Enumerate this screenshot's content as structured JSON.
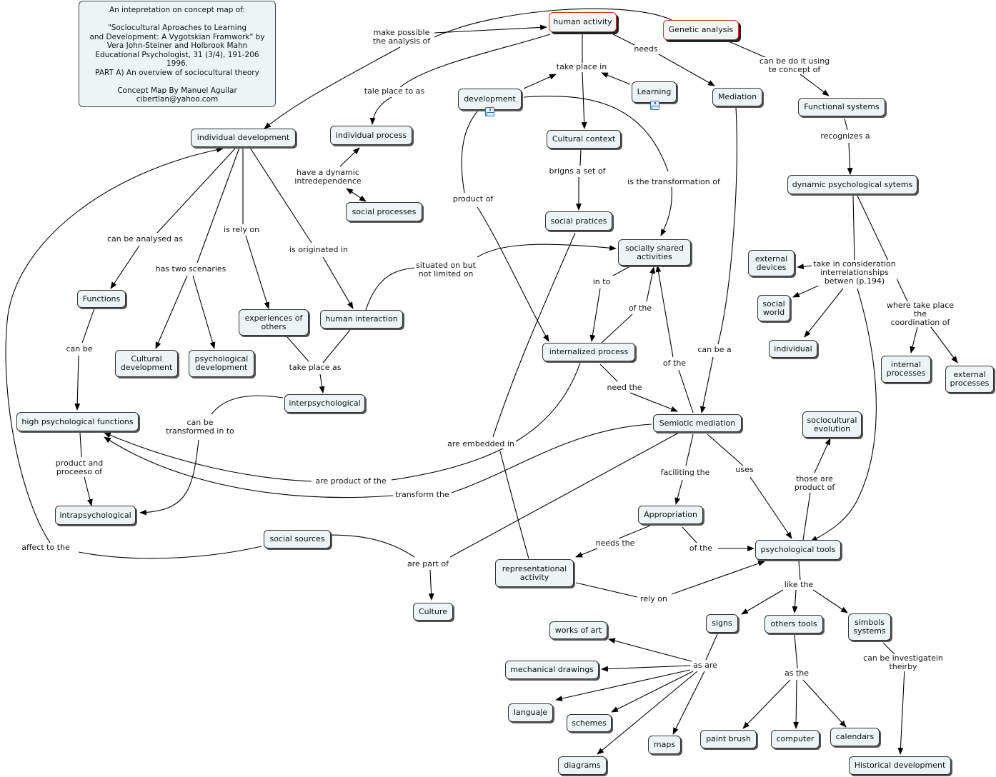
{
  "note": {
    "text": "An intepretation on concept map of:\n\n\"Sociocultural Aproaches to Learning\nand Development: A Vygotskian Framwork\" by\nVera John-Steiner and Holbrook Mahn\nEducational Psychologist, 31 (3/4), 191-206\n1996.\nPART A) An overview of sociocultural theory\n\nConcept Map By Manuel Aguilar\ncibertlan@yahoo.com"
  },
  "nodes": {
    "human_activity": "human activity",
    "genetic_analysis": "Genetic analysis",
    "individual_development": "individual development",
    "individual_process": "individual process",
    "development": "development",
    "learning": "Learning",
    "mediation": "Mediation",
    "functional_systems": "Functional systems",
    "cultural_context": "Cultural context",
    "social_processes": "social processes",
    "dynamic_psych_systems": "dynamic psychological sytems",
    "social_practices": "social pratices",
    "socially_shared": "socially shared\nactivities",
    "external_devices": "external\ndevices",
    "functions": "Functions",
    "experiences_of_others": "experiences of\nothers",
    "human_interaction": "human interaction",
    "social_world": "social\nworld",
    "individual": "individual",
    "internalized_process": "internalized process",
    "cultural_development": "Cultural\ndevelopment",
    "psychological_development": "psychological\ndevelopment",
    "internal_processes": "internal\nprocesses",
    "external_processes": "external\nprocesses",
    "interpsychological": "interpsychological",
    "high_psych_functions": "high psychological functions",
    "semiotic_mediation": "Semiotic mediation",
    "sociocultural_evolution": "sociocultural\nevolution",
    "intrapsychological": "intrapsychological",
    "appropriation": "Appropriation",
    "social_sources": "social sources",
    "psychological_tools": "psychological tools",
    "representational_activity": "representational\nactivity",
    "culture": "Culture",
    "signs": "signs",
    "others_tools": "others tools",
    "simbols_systems": "simbols\nsystems",
    "works_of_art": "works of art",
    "mechanical_drawings": "mechanical drawings",
    "languaje": "languaje",
    "schemes": "schemes",
    "maps": "maps",
    "paint_brush": "paint brush",
    "computer": "computer",
    "calendars": "calendars",
    "diagrams": "diagrams",
    "historical_development": "Historical development"
  },
  "links": {
    "make_possible": "make possible\nthe analysis of",
    "needs": "needs",
    "take_place_in": "take place in",
    "tale_place_to_as": "tale place to as",
    "can_be_do_it": "can be do it using\nte concept of",
    "recognizes_a": "recognizes a",
    "have_dynamic": "have a dynamic\nintredependence",
    "brigns_a_set": "brigns a set of",
    "is_the_transformation": "is the transformation of",
    "product_of": "product of",
    "can_be_analysed": "can be analysed as",
    "is_rely_on": "is rely on",
    "has_two_scenaries": "has two scenaries",
    "is_originated_in": "is originated in",
    "situated_on": "situated on but\nnot limited on",
    "in_to": "in to",
    "take_in_consideration": "take in consideration\ninterrelationships\nbetwen (p.194)",
    "of_the_1": "of the",
    "where_take_place": "where take place the\ncoordination of",
    "can_be": "can be",
    "can_be_a": "can be a",
    "of_the_2": "of the",
    "take_place_as": "take place  as",
    "need_the": "need the",
    "can_be_transformed": "can be\ntransformed in to",
    "are_embedded_in": "are embedded in",
    "product_and_proceso": "product and\nproceeso of",
    "facilitng_the": "faciliting the",
    "uses": "uses",
    "those_are_product": "those are\nproduct of",
    "are_product_of_the": "are product of the",
    "transform_the": "transform the",
    "affect_to_the": "affect to the",
    "needs_the": "needs the",
    "of_the_3": "of the",
    "are_part_of": "are part of",
    "rely_on": "rely on",
    "like_the": "like the",
    "as_are": "as are",
    "as_the": "as the",
    "can_be_investigated": "can be investigatein theirby"
  }
}
